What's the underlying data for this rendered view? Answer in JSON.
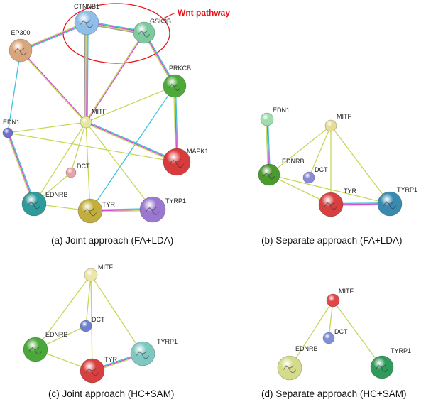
{
  "legend_label": "Wnt pathway",
  "panels": [
    {
      "caption": "(a) Joint approach (FA+LDA)",
      "nodes": [
        {
          "id": "CTNNB1",
          "label": "CTNNB1",
          "color": "#8fbfe8"
        },
        {
          "id": "GSK3B",
          "label": "GSK3B",
          "color": "#7fc9a0"
        },
        {
          "id": "EP300",
          "label": "EP300",
          "color": "#d9a57a"
        },
        {
          "id": "PRKCB",
          "label": "PRKCB",
          "color": "#4ea83a"
        },
        {
          "id": "MITF",
          "label": "MITF",
          "color": "#e3e7a0"
        },
        {
          "id": "EDN1",
          "label": "EDN1",
          "color": "#6f6fc8"
        },
        {
          "id": "MAPK1",
          "label": "MAPK1",
          "color": "#d83b3b"
        },
        {
          "id": "DCT",
          "label": "DCT",
          "color": "#e6a3a8"
        },
        {
          "id": "EDNRB",
          "label": "EDNRB",
          "color": "#2f9a9a"
        },
        {
          "id": "TYR",
          "label": "TYR",
          "color": "#c2ae3c"
        },
        {
          "id": "TYRP1",
          "label": "TYRP1",
          "color": "#9a78d2"
        }
      ],
      "edges": [
        {
          "from": "CTNNB1",
          "to": "GSK3B",
          "colors": [
            "#3ec0dc",
            "#d050d0",
            "#c8d65a",
            "#9a9a9a"
          ]
        },
        {
          "from": "CTNNB1",
          "to": "EP300",
          "colors": [
            "#3ec0dc",
            "#d050d0",
            "#c8d65a"
          ]
        },
        {
          "from": "CTNNB1",
          "to": "MITF",
          "colors": [
            "#3ec0dc",
            "#d050d0",
            "#c8d65a",
            "#9a9a9a"
          ]
        },
        {
          "from": "GSK3B",
          "to": "MITF",
          "colors": [
            "#d050d0",
            "#c8d65a"
          ]
        },
        {
          "from": "GSK3B",
          "to": "PRKCB",
          "colors": [
            "#3ec0dc",
            "#d050d0",
            "#c8d65a"
          ]
        },
        {
          "from": "EP300",
          "to": "MITF",
          "colors": [
            "#d050d0",
            "#c8d65a"
          ]
        },
        {
          "from": "EP300",
          "to": "EDN1",
          "colors": [
            "#3ec0dc"
          ]
        },
        {
          "from": "PRKCB",
          "to": "MAPK1",
          "colors": [
            "#3ec0dc",
            "#d050d0",
            "#c8d65a"
          ]
        },
        {
          "from": "PRKCB",
          "to": "TYR",
          "colors": [
            "#3ec0dc"
          ]
        },
        {
          "from": "PRKCB",
          "to": "MITF",
          "colors": [
            "#c8d65a"
          ]
        },
        {
          "from": "MITF",
          "to": "MAPK1",
          "colors": [
            "#3ec0dc",
            "#d050d0",
            "#c8d65a"
          ]
        },
        {
          "from": "MITF",
          "to": "DCT",
          "colors": [
            "#c8d65a"
          ]
        },
        {
          "from": "MITF",
          "to": "EDNRB",
          "colors": [
            "#c8d65a"
          ]
        },
        {
          "from": "MITF",
          "to": "TYR",
          "colors": [
            "#c8d65a"
          ]
        },
        {
          "from": "MITF",
          "to": "TYRP1",
          "colors": [
            "#c8d65a"
          ]
        },
        {
          "from": "MITF",
          "to": "EDN1",
          "colors": [
            "#c8d65a"
          ]
        },
        {
          "from": "EDN1",
          "to": "MAPK1",
          "colors": [
            "#c8d65a"
          ]
        },
        {
          "from": "EDN1",
          "to": "EDNRB",
          "colors": [
            "#3ec0dc",
            "#d050d0",
            "#c8d65a"
          ]
        },
        {
          "from": "EDNRB",
          "to": "DCT",
          "colors": [
            "#c8d65a"
          ]
        },
        {
          "from": "EDNRB",
          "to": "TYR",
          "colors": [
            "#c8d65a"
          ]
        },
        {
          "from": "TYR",
          "to": "TYRP1",
          "colors": [
            "#3ec0dc",
            "#d050d0",
            "#c8d65a"
          ]
        }
      ]
    },
    {
      "caption": "(b) Separate approach (FA+LDA)",
      "nodes": [
        {
          "id": "EDN1",
          "label": "EDN1",
          "color": "#9fdcb0"
        },
        {
          "id": "MITF",
          "label": "MITF",
          "color": "#e6dc9a"
        },
        {
          "id": "EDNRB",
          "label": "EDNRB",
          "color": "#4a9a2e"
        },
        {
          "id": "DCT",
          "label": "DCT",
          "color": "#8a8ad8"
        },
        {
          "id": "TYR",
          "label": "TYR",
          "color": "#d84040"
        },
        {
          "id": "TYRP1",
          "label": "TYRP1",
          "color": "#3a8ab0"
        }
      ],
      "edges": [
        {
          "from": "EDN1",
          "to": "EDNRB",
          "colors": [
            "#3ec0dc",
            "#d050d0",
            "#c8d65a"
          ]
        },
        {
          "from": "MITF",
          "to": "EDNRB",
          "colors": [
            "#c8d65a"
          ]
        },
        {
          "from": "MITF",
          "to": "DCT",
          "colors": [
            "#c8d65a"
          ]
        },
        {
          "from": "MITF",
          "to": "TYR",
          "colors": [
            "#c8d65a"
          ]
        },
        {
          "from": "MITF",
          "to": "TYRP1",
          "colors": [
            "#c8d65a"
          ]
        },
        {
          "from": "EDNRB",
          "to": "TYR",
          "colors": [
            "#c8d65a"
          ]
        },
        {
          "from": "EDNRB",
          "to": "TYRP1",
          "colors": [
            "#c8d65a"
          ]
        },
        {
          "from": "TYR",
          "to": "TYRP1",
          "colors": [
            "#3ec0dc",
            "#d050d0",
            "#c8d65a"
          ]
        }
      ]
    },
    {
      "caption": "(c) Joint  approach (HC+SAM)",
      "nodes": [
        {
          "id": "MITF",
          "label": "MITF",
          "color": "#ece6a8"
        },
        {
          "id": "DCT",
          "label": "DCT",
          "color": "#6f7fd0"
        },
        {
          "id": "EDNRB",
          "label": "EDNRB",
          "color": "#4aa83a"
        },
        {
          "id": "TYR",
          "label": "TYR",
          "color": "#d84040"
        },
        {
          "id": "TYRP1",
          "label": "TYRP1",
          "color": "#7fc8c0"
        }
      ],
      "edges": [
        {
          "from": "MITF",
          "to": "EDNRB",
          "colors": [
            "#c8d65a"
          ]
        },
        {
          "from": "MITF",
          "to": "DCT",
          "colors": [
            "#c8d65a"
          ]
        },
        {
          "from": "MITF",
          "to": "TYR",
          "colors": [
            "#c8d65a"
          ]
        },
        {
          "from": "MITF",
          "to": "TYRP1",
          "colors": [
            "#c8d65a"
          ]
        },
        {
          "from": "EDNRB",
          "to": "DCT",
          "colors": [
            "#c8d65a"
          ]
        },
        {
          "from": "EDNRB",
          "to": "TYR",
          "colors": [
            "#c8d65a"
          ]
        },
        {
          "from": "TYR",
          "to": "TYRP1",
          "colors": [
            "#3ec0dc",
            "#d050d0",
            "#c8d65a"
          ]
        }
      ]
    },
    {
      "caption": "(d) Separate approach (HC+SAM)",
      "nodes": [
        {
          "id": "MITF",
          "label": "MITF",
          "color": "#e04848"
        },
        {
          "id": "DCT",
          "label": "DCT",
          "color": "#7f8fd8"
        },
        {
          "id": "EDNRB",
          "label": "EDNRB",
          "color": "#d4dc8a"
        },
        {
          "id": "TYRP1",
          "label": "TYRP1",
          "color": "#2f9a5a"
        }
      ],
      "edges": [
        {
          "from": "MITF",
          "to": "EDNRB",
          "colors": [
            "#c8d65a"
          ]
        },
        {
          "from": "MITF",
          "to": "DCT",
          "colors": [
            "#c8d65a"
          ]
        },
        {
          "from": "MITF",
          "to": "TYRP1",
          "colors": [
            "#c8d65a"
          ]
        }
      ]
    }
  ]
}
